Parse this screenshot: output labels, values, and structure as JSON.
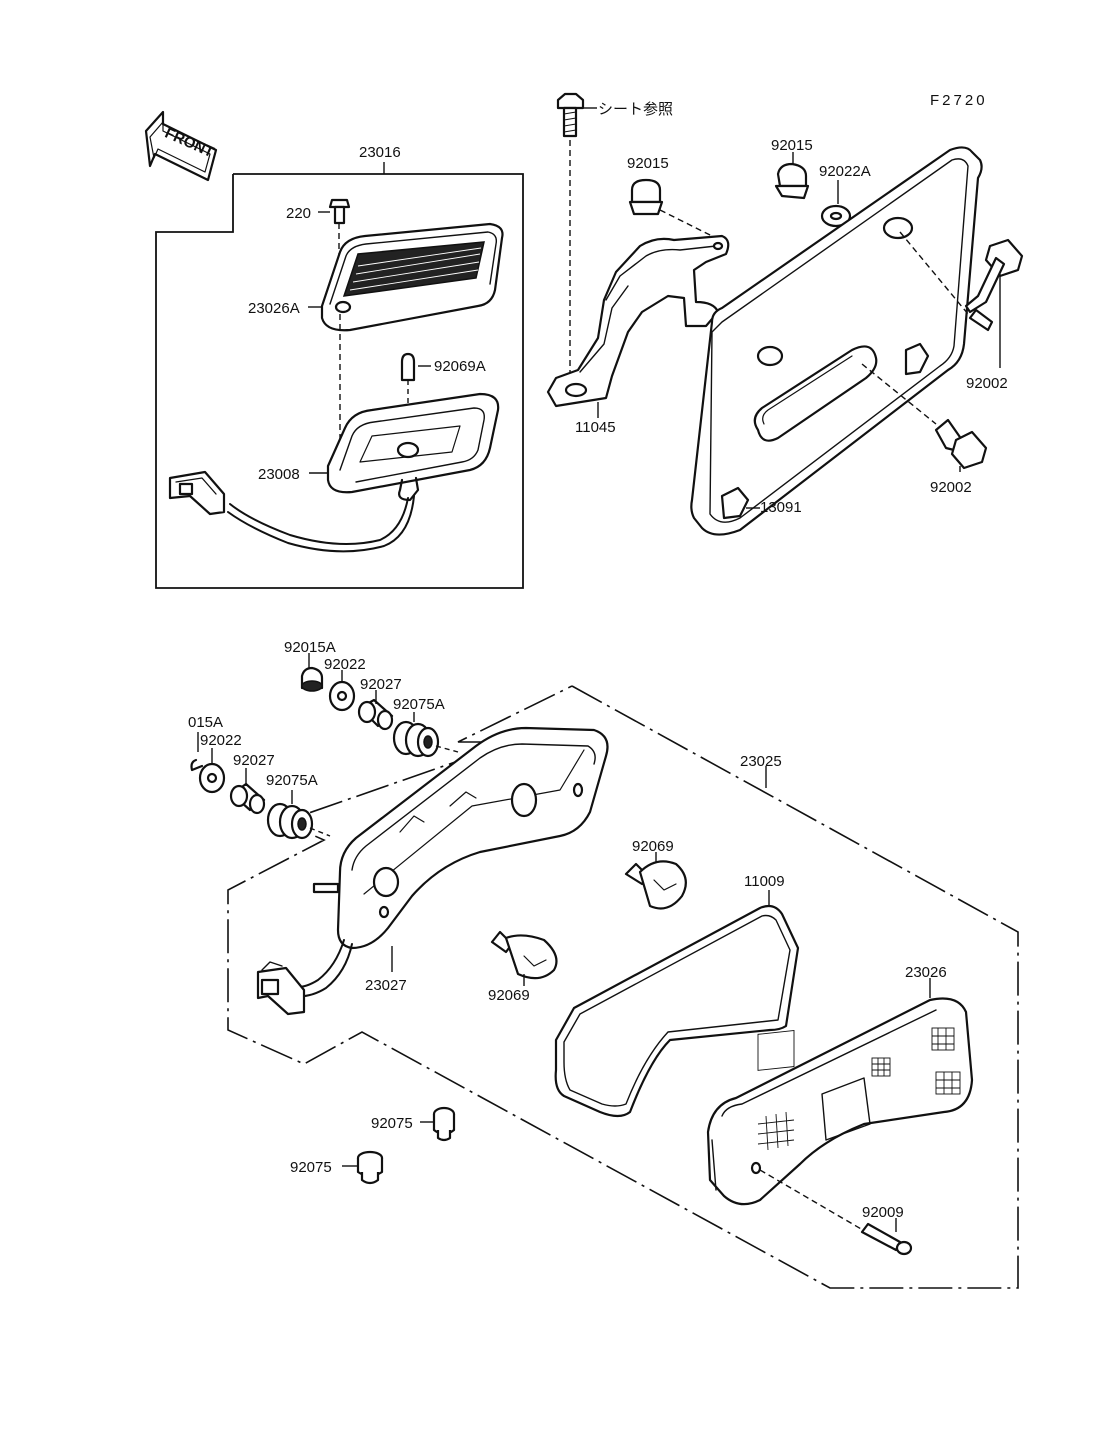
{
  "figure_code": "F2720",
  "front_label": "FRONT",
  "seat_reference": "シート参照",
  "labels": {
    "p23016": "23016",
    "p220": "220",
    "p23026A": "23026A",
    "p92069A": "92069A",
    "p23008": "23008",
    "p92015_top": "92015",
    "p92015_right": "92015",
    "p92022A": "92022A",
    "p11045": "11045",
    "p92002_a": "92002",
    "p92002_b": "92002",
    "p13091": "13091",
    "p92015A": "92015A",
    "p92022_a": "92022",
    "p92027_a": "92027",
    "p92075A_a": "92075A",
    "p015A": "015A",
    "p92022_b": "92022",
    "p92027_b": "92027",
    "p92075A_b": "92075A",
    "p23025": "23025",
    "p92069_a": "92069",
    "p11009": "11009",
    "p23027": "23027",
    "p92069_b": "92069",
    "p23026": "23026",
    "p92075_a": "92075",
    "p92075_b": "92075",
    "p92009": "92009"
  }
}
